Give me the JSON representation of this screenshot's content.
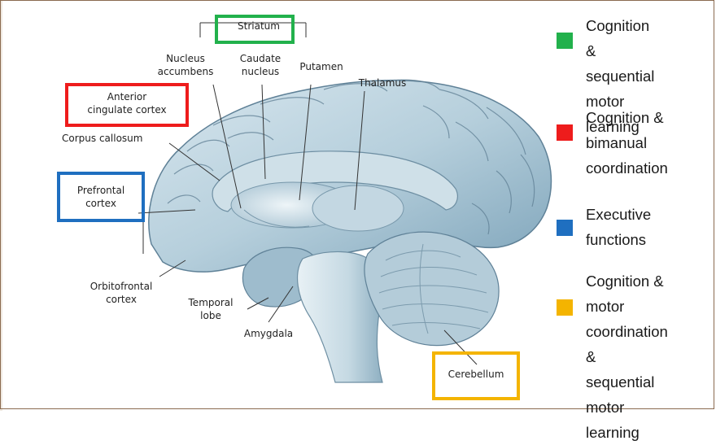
{
  "labels": {
    "striatum": "Striatum",
    "nucleus_accumbens": "Nucleus\naccumbens",
    "caudate_nucleus": "Caudate\nnucleus",
    "putamen": "Putamen",
    "thalamus": "Thalamus",
    "anterior_cingulate": "Anterior\ncingulate cortex",
    "corpus_callosum": "Corpus callosum",
    "prefrontal": "Prefrontal\ncortex",
    "orbitofrontal": "Orbitofrontal\ncortex",
    "temporal_lobe": "Temporal\nlobe",
    "amygdala": "Amygdala",
    "cerebellum": "Cerebellum"
  },
  "legend": [
    {
      "color": "#22b14c",
      "text": "Cognition &\nsequential\nmotor learning"
    },
    {
      "color": "#ee1c1c",
      "text": "Cognition &\nbimanual\ncoordination"
    },
    {
      "color": "#1f6fc0",
      "text": "Executive\nfunctions"
    },
    {
      "color": "#f4b400",
      "text": "Cognition &\nmotor\ncoordination &\nsequential\nmotor learning"
    }
  ],
  "highlight_colors": {
    "striatum": "#22b14c",
    "anterior_cingulate": "#ee1c1c",
    "prefrontal": "#1f6fc0",
    "cerebellum": "#f4b400"
  }
}
